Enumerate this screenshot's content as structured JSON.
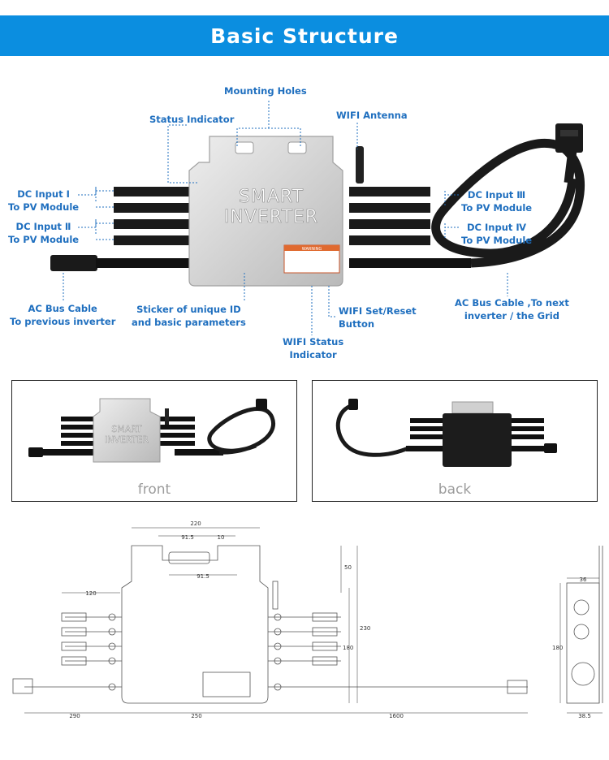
{
  "header": {
    "title": "Basic Structure"
  },
  "labels": {
    "mounting_holes": "Mounting Holes",
    "status_indicator": "Status Indicator",
    "wifi_antenna": "WIFI Antenna",
    "dc1_line1": "DC Input Ⅰ",
    "dc1_line2": "To PV Module",
    "dc2_line1": "DC Input Ⅱ",
    "dc2_line2": "To PV Module",
    "dc3_line1": "DC Input Ⅲ",
    "dc3_line2": "To PV Module",
    "dc4_line1": "DC Input Ⅳ",
    "dc4_line2": "To PV Module",
    "ac_prev_line1": "AC Bus Cable",
    "ac_prev_line2": "To previous inverter",
    "sticker_line1": "Sticker of unique ID",
    "sticker_line2": "and basic parameters",
    "wifi_set_line1": "WIFI Set/Reset",
    "wifi_set_line2": "Button",
    "wifi_status_line1": "WIFI Status",
    "wifi_status_line2": "Indicator",
    "ac_next_line1": "AC Bus Cable ,To next",
    "ac_next_line2": "inverter / the Grid"
  },
  "device": {
    "text_line1": "SMART",
    "text_line2": "INVERTER",
    "warning_text": "WARNING"
  },
  "views": {
    "front": "front",
    "back": "back"
  },
  "dimensions": {
    "width_top": "220",
    "slot_span": "91.5",
    "slot_gap": "10",
    "slot_inner": "91.5",
    "left_cable": "120",
    "tab_height": "50",
    "total_height": "230",
    "body_height": "180",
    "ac_left": "290",
    "body_width": "250",
    "ac_right": "1600",
    "side_top": "36",
    "side_height": "180",
    "side_bottom": "38.5"
  },
  "colors": {
    "banner": "#0b8ee0",
    "label": "#1f6fbf",
    "casing": "#d3d3d3",
    "back": "#1c1c1c"
  }
}
